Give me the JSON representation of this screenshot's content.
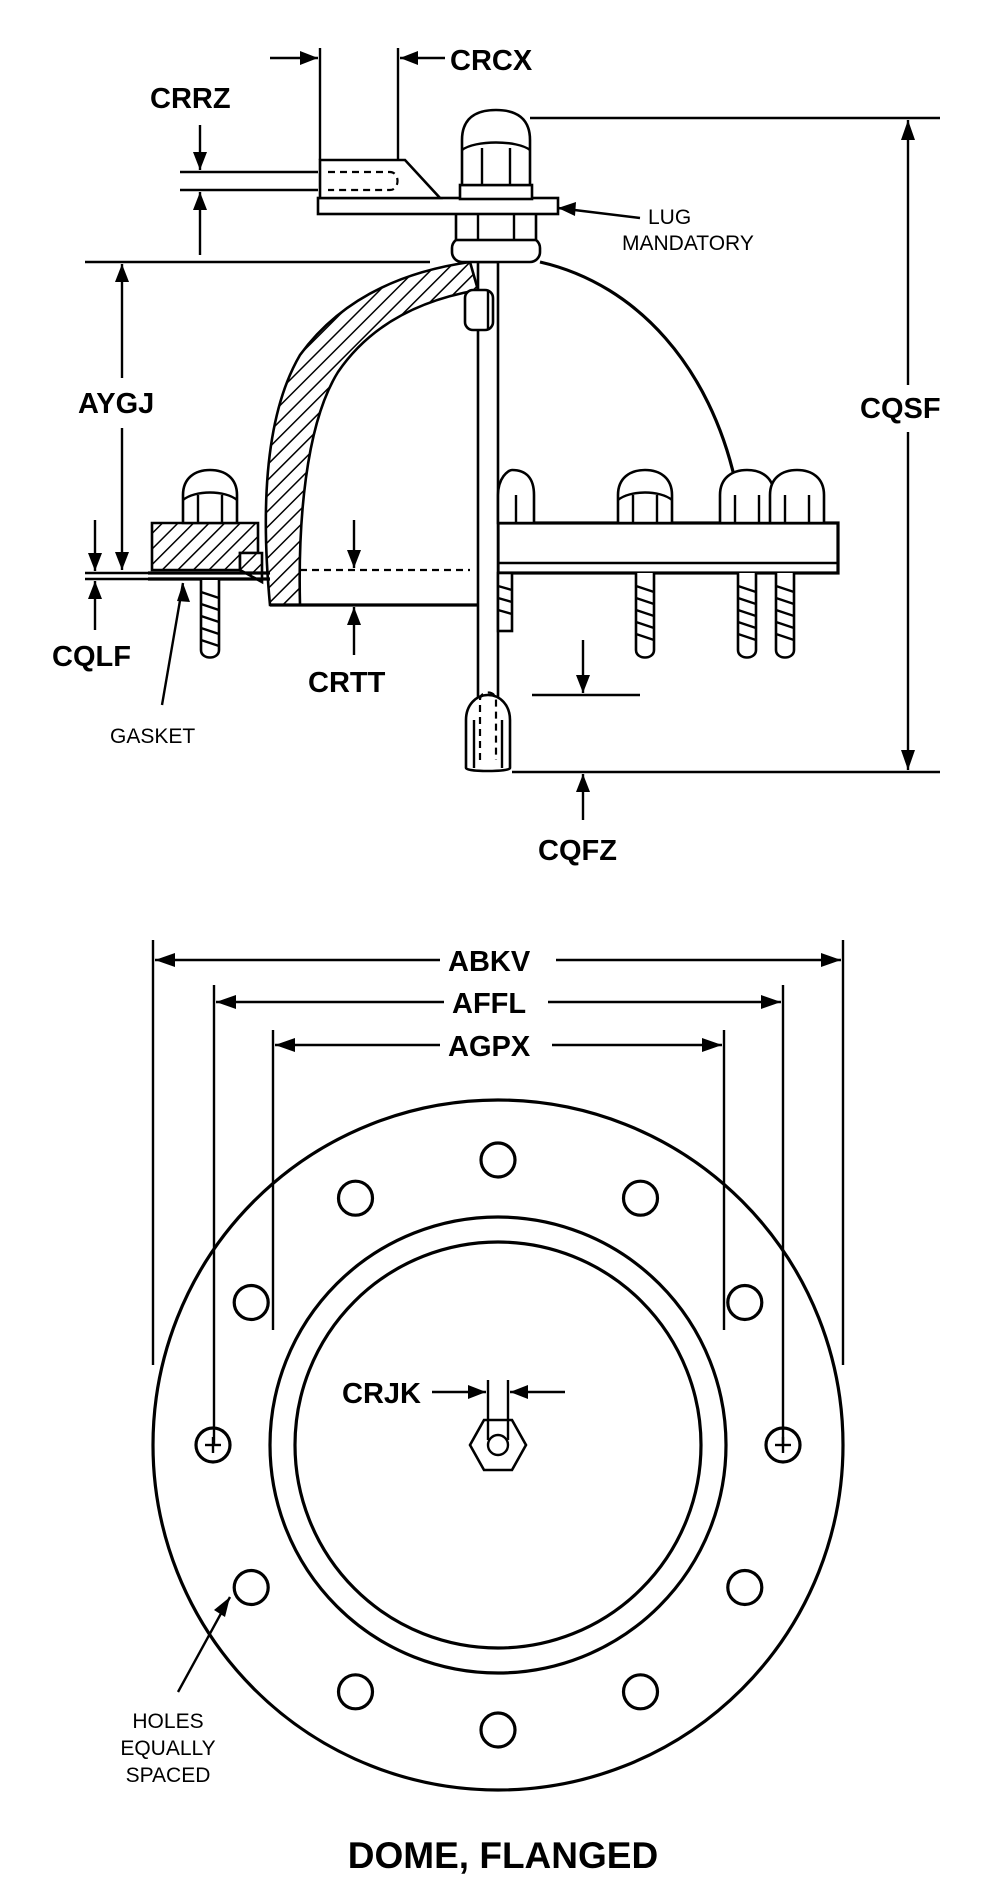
{
  "title": "DOME, FLANGED",
  "side_view": {
    "dimensions": {
      "crcx": "CRCX",
      "crrz": "CRRZ",
      "aygj": "AYGJ",
      "cqsf": "CQSF",
      "cqlf": "CQLF",
      "crtt": "CRTT",
      "cqfz": "CQFZ"
    },
    "notes": {
      "lug_line1": "LUG",
      "lug_line2": "MANDATORY",
      "gasket": "GASKET"
    }
  },
  "top_view": {
    "dimensions": {
      "abkv": "ABKV",
      "affl": "AFFL",
      "agpx": "AGPX",
      "crjk": "CRJK"
    },
    "notes": {
      "holes_line1": "HOLES",
      "holes_line2": "EQUALLY",
      "holes_line3": "SPACED"
    },
    "hole_count": 12
  },
  "icons": {
    "locator_hole": "plus-in-circle"
  }
}
